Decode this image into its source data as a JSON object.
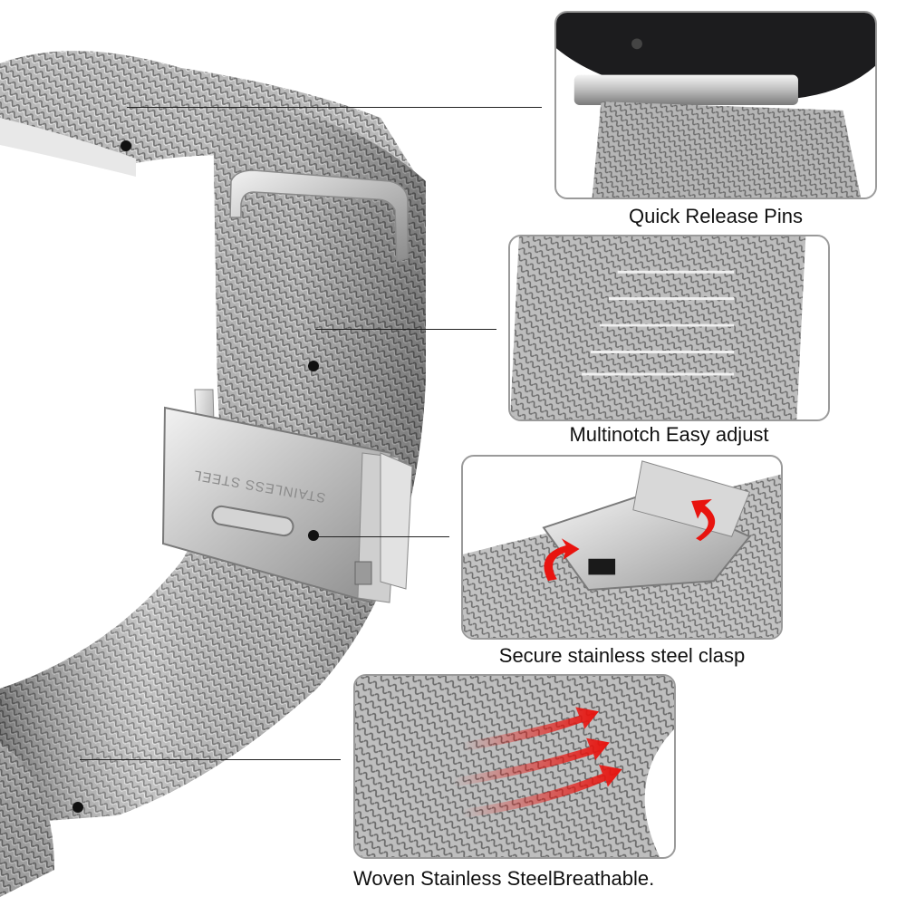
{
  "features": [
    {
      "id": "quick-release",
      "caption": "Quick Release Pins"
    },
    {
      "id": "multinotch",
      "caption": "Multinotch Easy adjust"
    },
    {
      "id": "clasp",
      "caption": "Secure stainless steel clasp"
    },
    {
      "id": "woven",
      "caption": "Woven Stainless SteelBreathable."
    }
  ],
  "clasp_engraving": "STAINLESS STEEL",
  "colors": {
    "mesh_light": "#d9d9d9",
    "mesh_mid": "#a8a8a8",
    "mesh_dark": "#6e6e6e",
    "watch_case": "#1c1c1e",
    "arrow_red": "#e8140f",
    "panel_border": "#9a9a9a"
  }
}
